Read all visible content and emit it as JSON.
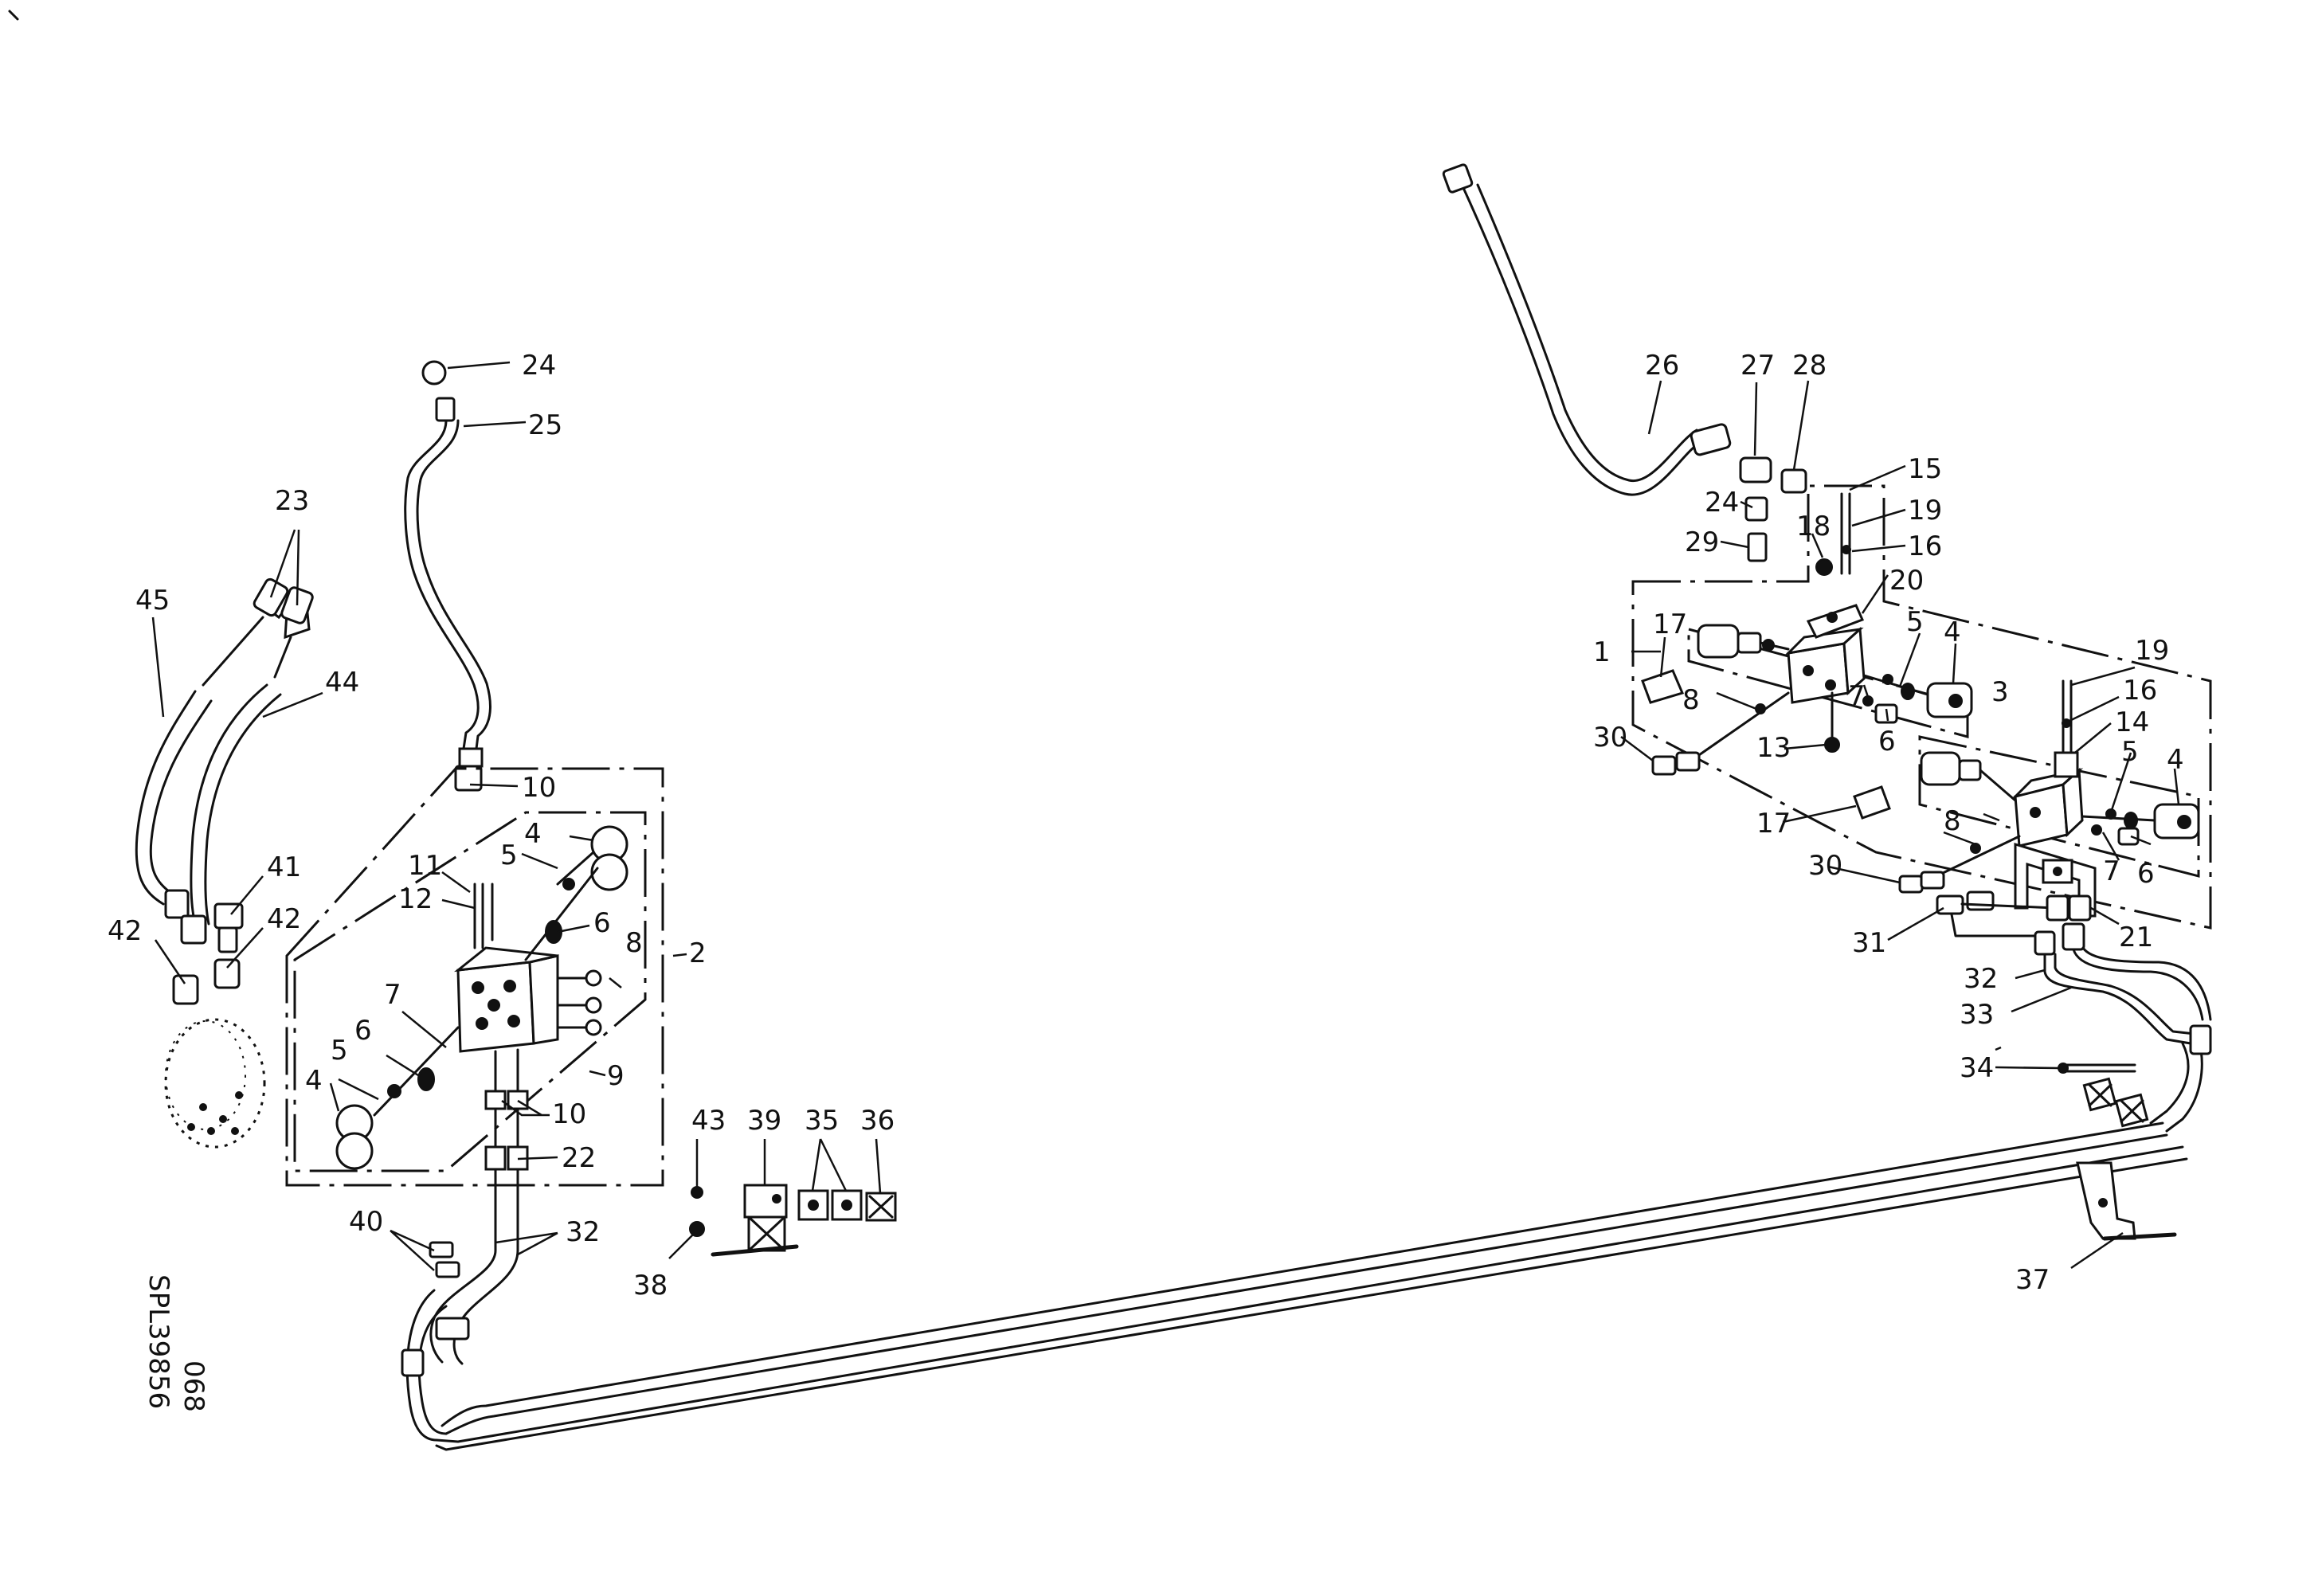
{
  "drawing": {
    "reference_code": "SPL39856",
    "sheet_number": "068"
  },
  "callouts": {
    "c1": "1",
    "c2": "2",
    "c3": "3",
    "c4a": "4",
    "c4b": "4",
    "c4c": "4",
    "c4d": "4",
    "c5a": "5",
    "c5b": "5",
    "c5c": "5",
    "c5d": "5",
    "c6a": "6",
    "c6b": "6",
    "c6c": "6",
    "c6d": "6",
    "c7a": "7",
    "c7b": "7",
    "c7c": "7",
    "c8a": "8",
    "c8b": "8",
    "c8c": "8",
    "c9": "9",
    "c10a": "10",
    "c10b": "10",
    "c11": "11",
    "c12": "12",
    "c13": "13",
    "c14": "14",
    "c15": "15",
    "c16a": "16",
    "c16b": "16",
    "c17a": "17",
    "c17b": "17",
    "c18": "18",
    "c19a": "19",
    "c19b": "19",
    "c20": "20",
    "c21": "21",
    "c22": "22",
    "c23": "23",
    "c24a": "24",
    "c24b": "24",
    "c25": "25",
    "c26": "26",
    "c27": "27",
    "c28": "28",
    "c29": "29",
    "c30a": "30",
    "c30b": "30",
    "c31": "31",
    "c32a": "32",
    "c32b": "32",
    "c33": "33",
    "c34": "34",
    "c35": "35",
    "c36": "36",
    "c37": "37",
    "c38": "38",
    "c39": "39",
    "c40": "40",
    "c41": "41",
    "c42a": "42",
    "c42b": "42",
    "c43": "43",
    "c44": "44",
    "c45": "45"
  }
}
